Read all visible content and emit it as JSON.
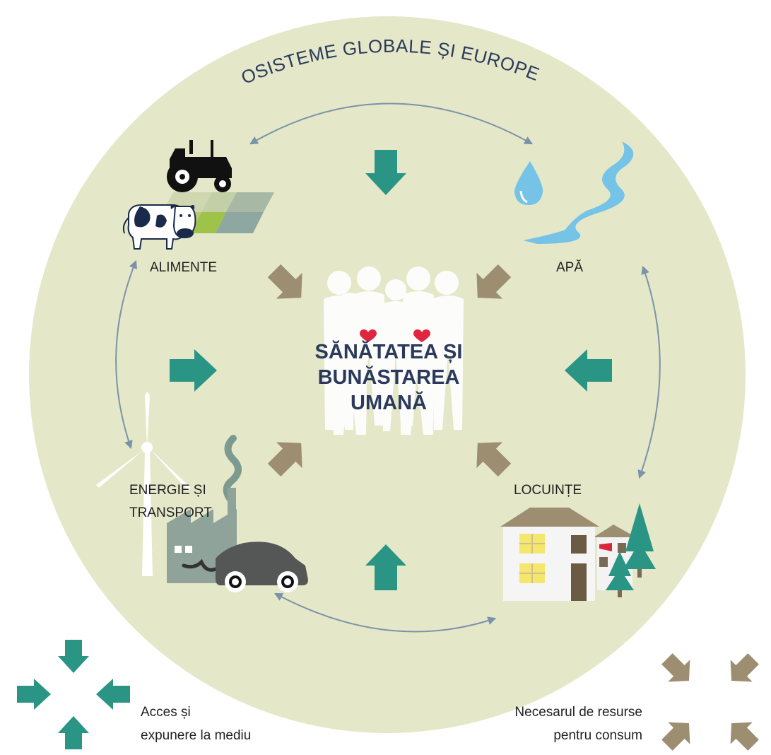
{
  "title_arc": "ECOSISTEME GLOBALE ȘI EUROPENE",
  "center": {
    "line1": "SĂNĂTATEA ȘI",
    "line2": "BUNĂSTAREA",
    "line3": "UMANĂ"
  },
  "nodes": {
    "food": "ALIMENTE",
    "water": "APĂ",
    "energy_line1": "ENERGIE ȘI",
    "energy_line2": "TRANSPORT",
    "housing": "LOCUINȚE"
  },
  "legend": {
    "access_line1": "Acces și",
    "access_line2": "expunere la mediu",
    "resources_line1": "Necesarul de resurse",
    "resources_line2": "pentru consum"
  },
  "colors": {
    "circle": "#e4e8c8",
    "teal": "#2a9485",
    "taupe": "#9d8e72",
    "connector": "#7b93a8",
    "title": "#2b3a5c"
  },
  "icons": [
    "tractor-icon",
    "cow-icon",
    "field-icon",
    "water-drop-icon",
    "river-icon",
    "people-icon",
    "wind-turbine-icon",
    "factory-icon",
    "car-icon",
    "house-icon",
    "tree-icon"
  ]
}
